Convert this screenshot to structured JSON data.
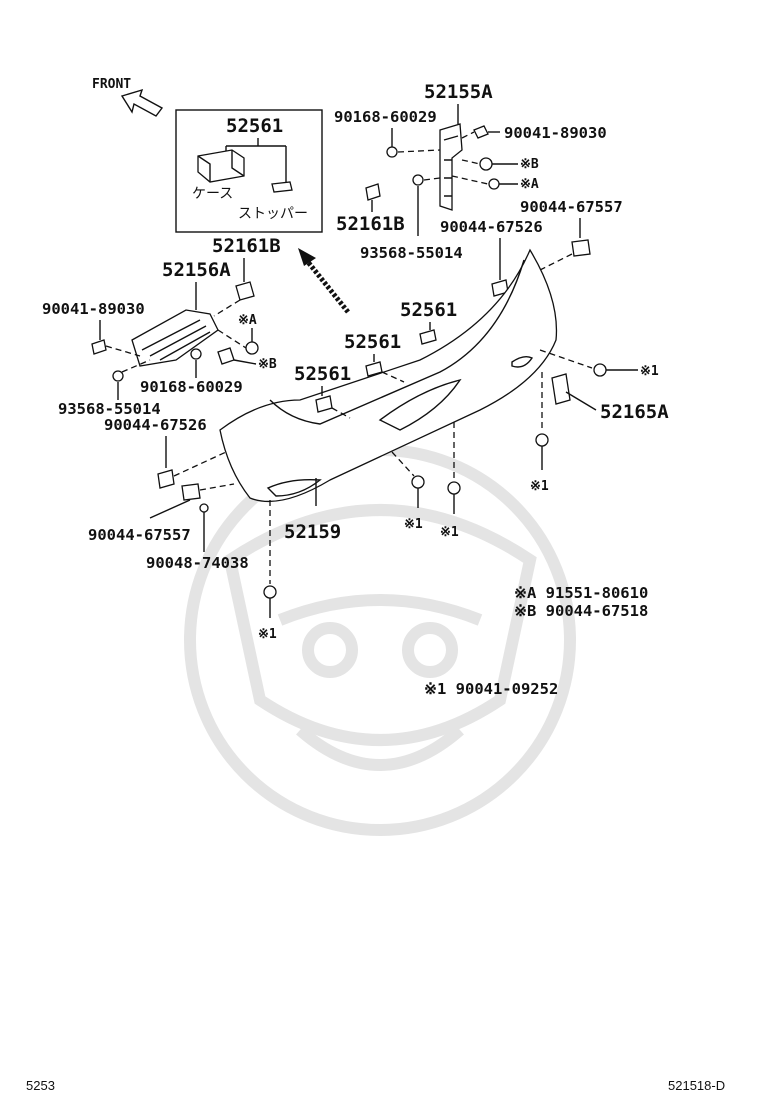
{
  "front_label": "FRONT",
  "inset": {
    "part_number": "52561",
    "case_label": "ケース",
    "stopper_label": "ストッパー"
  },
  "callouts": {
    "p52155A": "52155A",
    "p90168_60029_top": "90168-60029",
    "p90041_89030_top": "90041-89030",
    "mark_b_top": "※B",
    "mark_a_top": "※A",
    "p52161B_right": "52161B",
    "p90044_67526_right": "90044-67526",
    "p90044_67557_right": "90044-67557",
    "p93568_55014_right": "93568-55014",
    "p52161B_left": "52161B",
    "p52156A": "52156A",
    "p90041_89030_left": "90041-89030",
    "mark_a_left": "※A",
    "mark_b_left": "※B",
    "p90168_60029_left": "90168-60029",
    "p93568_55014_left": "93568-55014",
    "p52561_a": "52561",
    "p52561_b": "52561",
    "p52561_c": "52561",
    "p90044_67526_left": "90044-67526",
    "mark_1_right": "※1",
    "p52165A": "52165A",
    "mark_1_low_right": "※1",
    "mark_1_center_a": "※1",
    "mark_1_center_b": "※1",
    "p52159": "52159",
    "p90044_67557_left": "90044-67557",
    "p90048_74038": "90048-74038",
    "mark_1_bottom": "※1"
  },
  "legend": {
    "a": "※A  91551-80610",
    "b": "※B  90044-67518",
    "one": "※1 90041-09252"
  },
  "footer": {
    "left": "5253",
    "right": "521518-D"
  }
}
